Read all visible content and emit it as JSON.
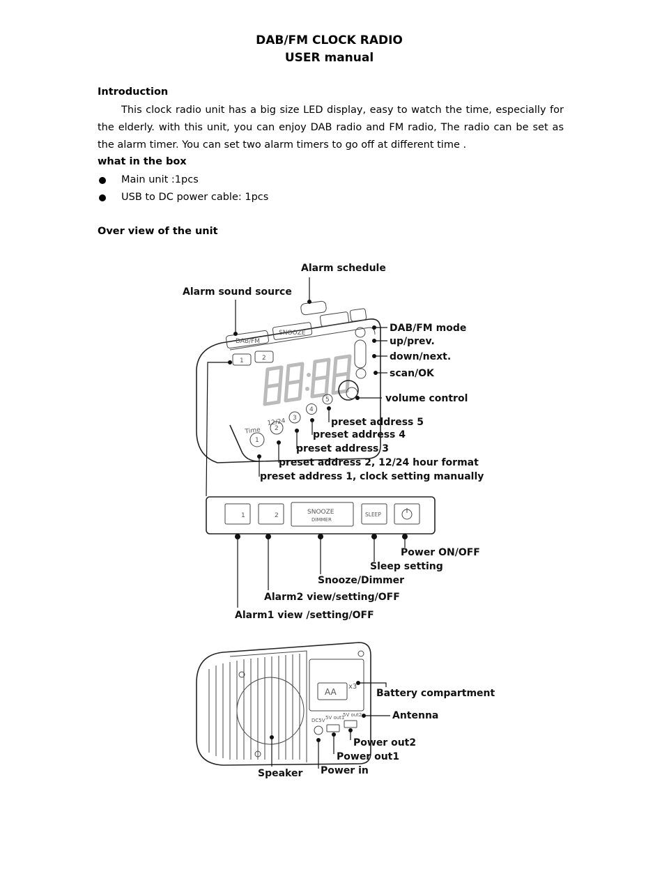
{
  "doc": {
    "title_line1": "DAB/FM CLOCK RADIO",
    "title_line2": "USER manual",
    "intro_heading": "Introduction",
    "intro_text": "This clock radio unit has a big size LED display, easy to watch the time, especially for the elderly. with this unit, you can enjoy DAB radio and FM radio, The radio can be set as the alarm timer. You can set two alarm timers to go off at different time .",
    "box_heading": "what in the box",
    "box_items": [
      "Main unit :1pcs",
      "USB to DC power cable: 1pcs"
    ],
    "overview_heading": "Over view of the unit"
  },
  "diagram_front": {
    "labels": {
      "alarm_schedule": "Alarm schedule",
      "alarm_sound_source": "Alarm sound source",
      "dab_fm_mode": "DAB/FM mode",
      "up_prev": "up/prev.",
      "down_next": "down/next.",
      "scan_ok": "scan/OK",
      "volume_control": "volume control",
      "preset5": "preset address 5",
      "preset4": "preset address 4",
      "preset3": "preset address 3",
      "preset2": "preset address 2, 12/24 hour format",
      "preset1": "preset address 1,  clock setting manually"
    },
    "unit_marks": {
      "time": "Time",
      "format": "12/24",
      "buttons": [
        "1",
        "2",
        "3",
        "4",
        "5"
      ],
      "display": "88:88",
      "top_dabfm": "DAB/FM",
      "top_snooze": "SNOOZE",
      "alarm1": "1",
      "alarm2": "2"
    }
  },
  "diagram_panel": {
    "labels": {
      "power": "Power ON/OFF",
      "sleep": "Sleep setting",
      "snooze": "Snooze/Dimmer",
      "alarm2": "Alarm2 view/setting/OFF",
      "alarm1": "Alarm1 view /setting/OFF"
    },
    "button_marks": {
      "alarm1": "1",
      "alarm2": "2",
      "snooze": "SNOOZE",
      "dimmer": "DIMMER",
      "sleep": "SLEEP"
    }
  },
  "diagram_back": {
    "labels": {
      "battery": "Battery compartment",
      "antenna": "Antenna",
      "power_out2": "Power out2",
      "power_out1": "Power out1",
      "power_in": "Power in",
      "speaker": "Speaker"
    },
    "unit_marks": {
      "battery": "AA",
      "battery_qty": "x3",
      "dc": "DC5V",
      "out1": "5V out1",
      "out2": "5V out2"
    }
  }
}
